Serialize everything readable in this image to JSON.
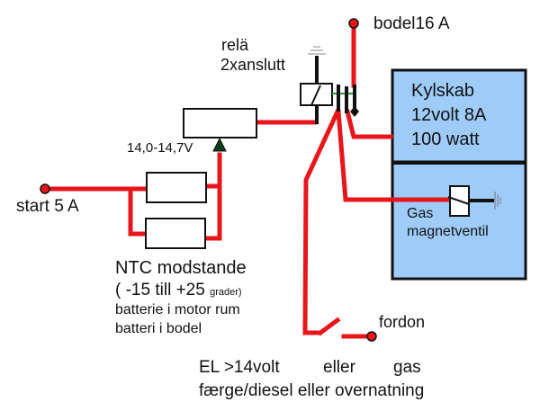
{
  "diagram": {
    "colors": {
      "wire": "#e8161b",
      "component_outline": "#111111",
      "fridge_fill": "#9ecbf7",
      "terminal": "#e8161b",
      "control_arrow": "#0b3d1a",
      "relay_link": "#2a9a2a",
      "ground": "#888888"
    },
    "labels": {
      "relay_line1": "relä",
      "relay_line2": "2xanslutt",
      "bodel_terminal": "bodel16 A",
      "fridge_line1": "Kylskab",
      "fridge_line2": "12volt 8A",
      "fridge_line3": "100 watt",
      "gas_valve_line1": "Gas",
      "gas_valve_line2": "magnetventil",
      "voltage_setting": "14,0-14,7V",
      "start_terminal": "start 5 A",
      "ntc_title": "NTC modstande",
      "ntc_range_main": "( -15 till +25",
      "ntc_range_unit": "grader)",
      "ntc_note1": "batterie i motor rum",
      "ntc_note2": "batteri i bodel",
      "vehicle_terminal": "fordon",
      "footer_line1_a": "EL >14volt",
      "footer_line1_b": "eller",
      "footer_line1_c": "gas",
      "footer_line2": "færge/diesel eller overnatning"
    },
    "components": [
      {
        "id": "relay",
        "type": "relay-coil"
      },
      {
        "id": "voltage-sensor",
        "type": "adjustable-resistor"
      },
      {
        "id": "ntc-1",
        "type": "resistor"
      },
      {
        "id": "ntc-2",
        "type": "resistor"
      },
      {
        "id": "fridge",
        "type": "appliance"
      },
      {
        "id": "gas-valve",
        "type": "solenoid-valve"
      },
      {
        "id": "vehicle-switch",
        "type": "switch"
      }
    ]
  }
}
